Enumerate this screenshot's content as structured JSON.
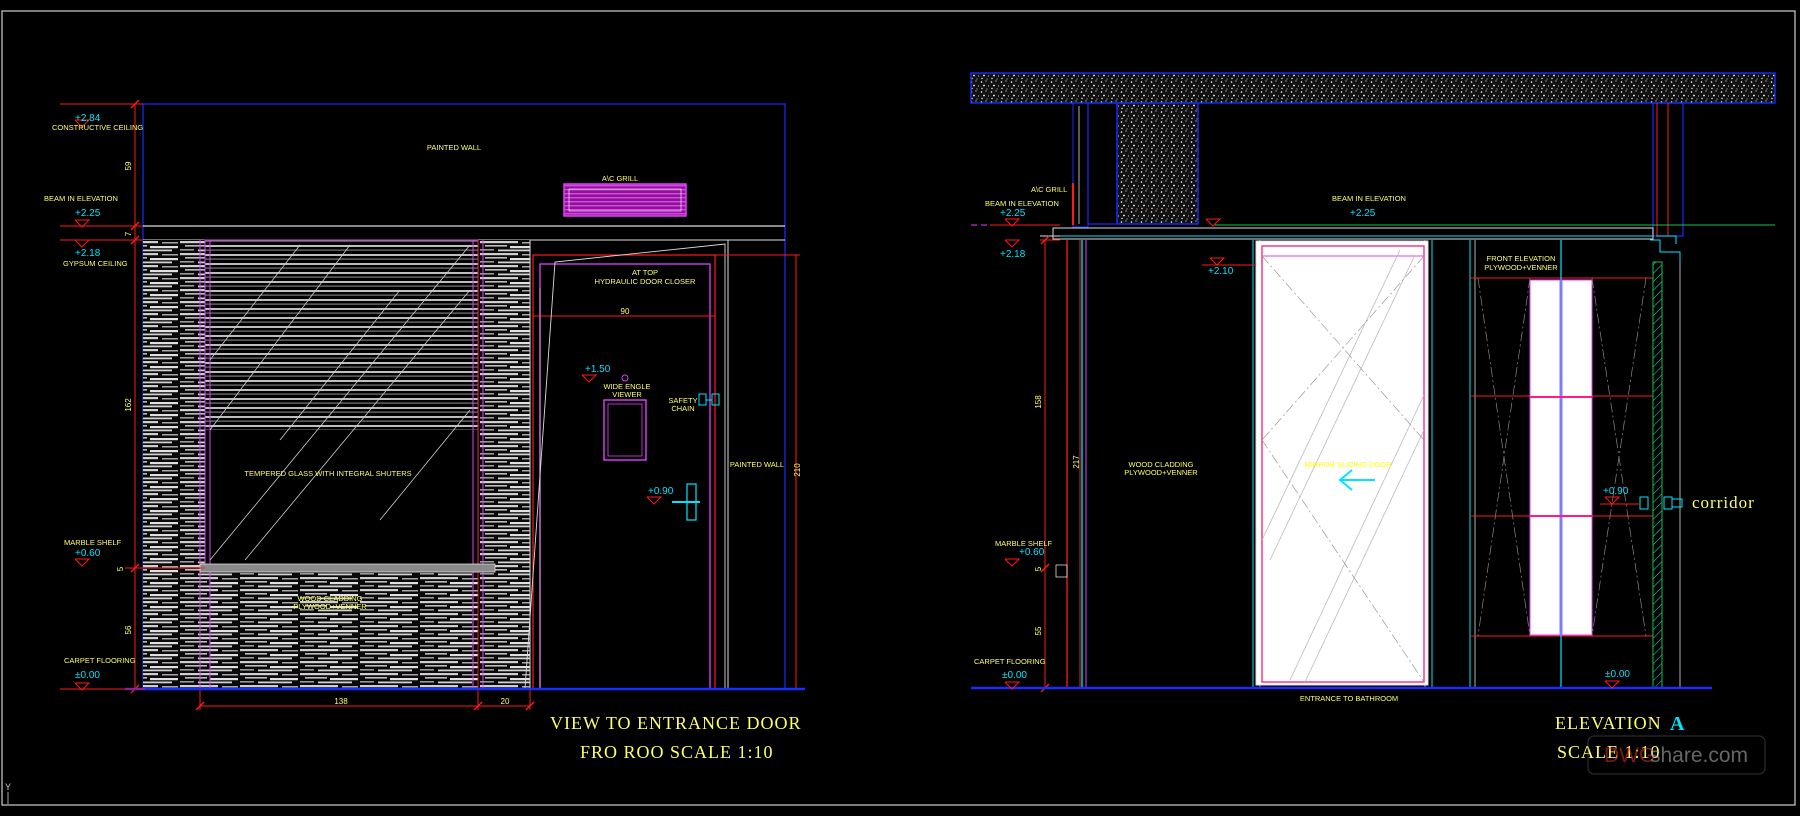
{
  "left_view": {
    "title_line1": "VIEW  TO  ENTRANCE  DOOR",
    "title_line2": "FRO  ROO  SCALE    1:10",
    "levels": [
      {
        "value": "+2.84",
        "label": "CONSTRUCTIVE CEILING"
      },
      {
        "value": "+2.25",
        "label": "BEAM IN ELEVATION"
      },
      {
        "value": "+2.18",
        "label": "GYPSUM CEILING"
      },
      {
        "value": "+0.60",
        "label": "MARBLE SHELF"
      },
      {
        "value": "±0.00",
        "label": "CARPET FLOORING"
      }
    ],
    "labels": {
      "painted_wall_top": "PAINTED WALL",
      "ac_grill": "A\\C GRILL",
      "tempered_glass": "TEMPERED GLASS WITH INTEGRAL SHUTERS",
      "wood_cladding_1": "WOOD CLADDING",
      "wood_cladding_2": "PLYWOOD+VENNER",
      "door_closer_1": "AT TOP",
      "door_closer_2": "HYDRAULIC DOOR CLOSER",
      "viewer_1": "WIDE ENGLE",
      "viewer_2": "VIEWER",
      "chain_1": "SAFETY",
      "chain_2": "CHAIN",
      "painted_wall_side": "PAINTED WALL"
    },
    "door_levels": {
      "viewer": "+1.50",
      "handle": "+0.90"
    },
    "dims": {
      "v59": "59",
      "v7": "7",
      "v162": "162",
      "v5": "5",
      "v56": "56",
      "h138": "138",
      "h20": "20",
      "h90": "90",
      "v210": "210"
    }
  },
  "right_view": {
    "title_main": "ELEVATION",
    "title_letter": "A",
    "scale": "SCALE    1:10",
    "levels": [
      {
        "value": "+2.25",
        "label": "BEAM IN ELEVATION"
      },
      {
        "value": "+2.18",
        "label": ""
      },
      {
        "value": "+0.60",
        "label": "MARBLE SHELF"
      },
      {
        "value": "±0.00",
        "label": "CARPET FLOORING"
      }
    ],
    "labels": {
      "ac_grill": "A\\C GRILL",
      "beam_center": "BEAM IN ELEVATION",
      "beam_center_level": "+2.25",
      "door_top": "+2.10",
      "wood_cladding_1": "WOOD CLADDING",
      "wood_cladding_2": "PLYWOOD+VENNER",
      "mirror": "MIRROR SLIDING DOOR",
      "front_elev_1": "FRONT ELEVATION",
      "front_elev_2": "PLYWOOD+VENNER",
      "handle_level": "+0.90",
      "floor_level_right": "±0.00",
      "corridor": "corridor",
      "entrance": "ENTRANCE TO BATHROOM"
    },
    "dims": {
      "v158": "158",
      "v217": "217",
      "v5": "5",
      "v55": "55"
    }
  },
  "watermark": {
    "part1": "DWG",
    "part2": "share.com"
  },
  "ucs_mark": "Y",
  "colors": {
    "background": "#000000",
    "blue": "#1a2cff",
    "red": "#ff1a1a",
    "magenta": "#e040fb",
    "yellow": "#ffff66",
    "cyan": "#00e5ff",
    "green": "#16c24a"
  }
}
